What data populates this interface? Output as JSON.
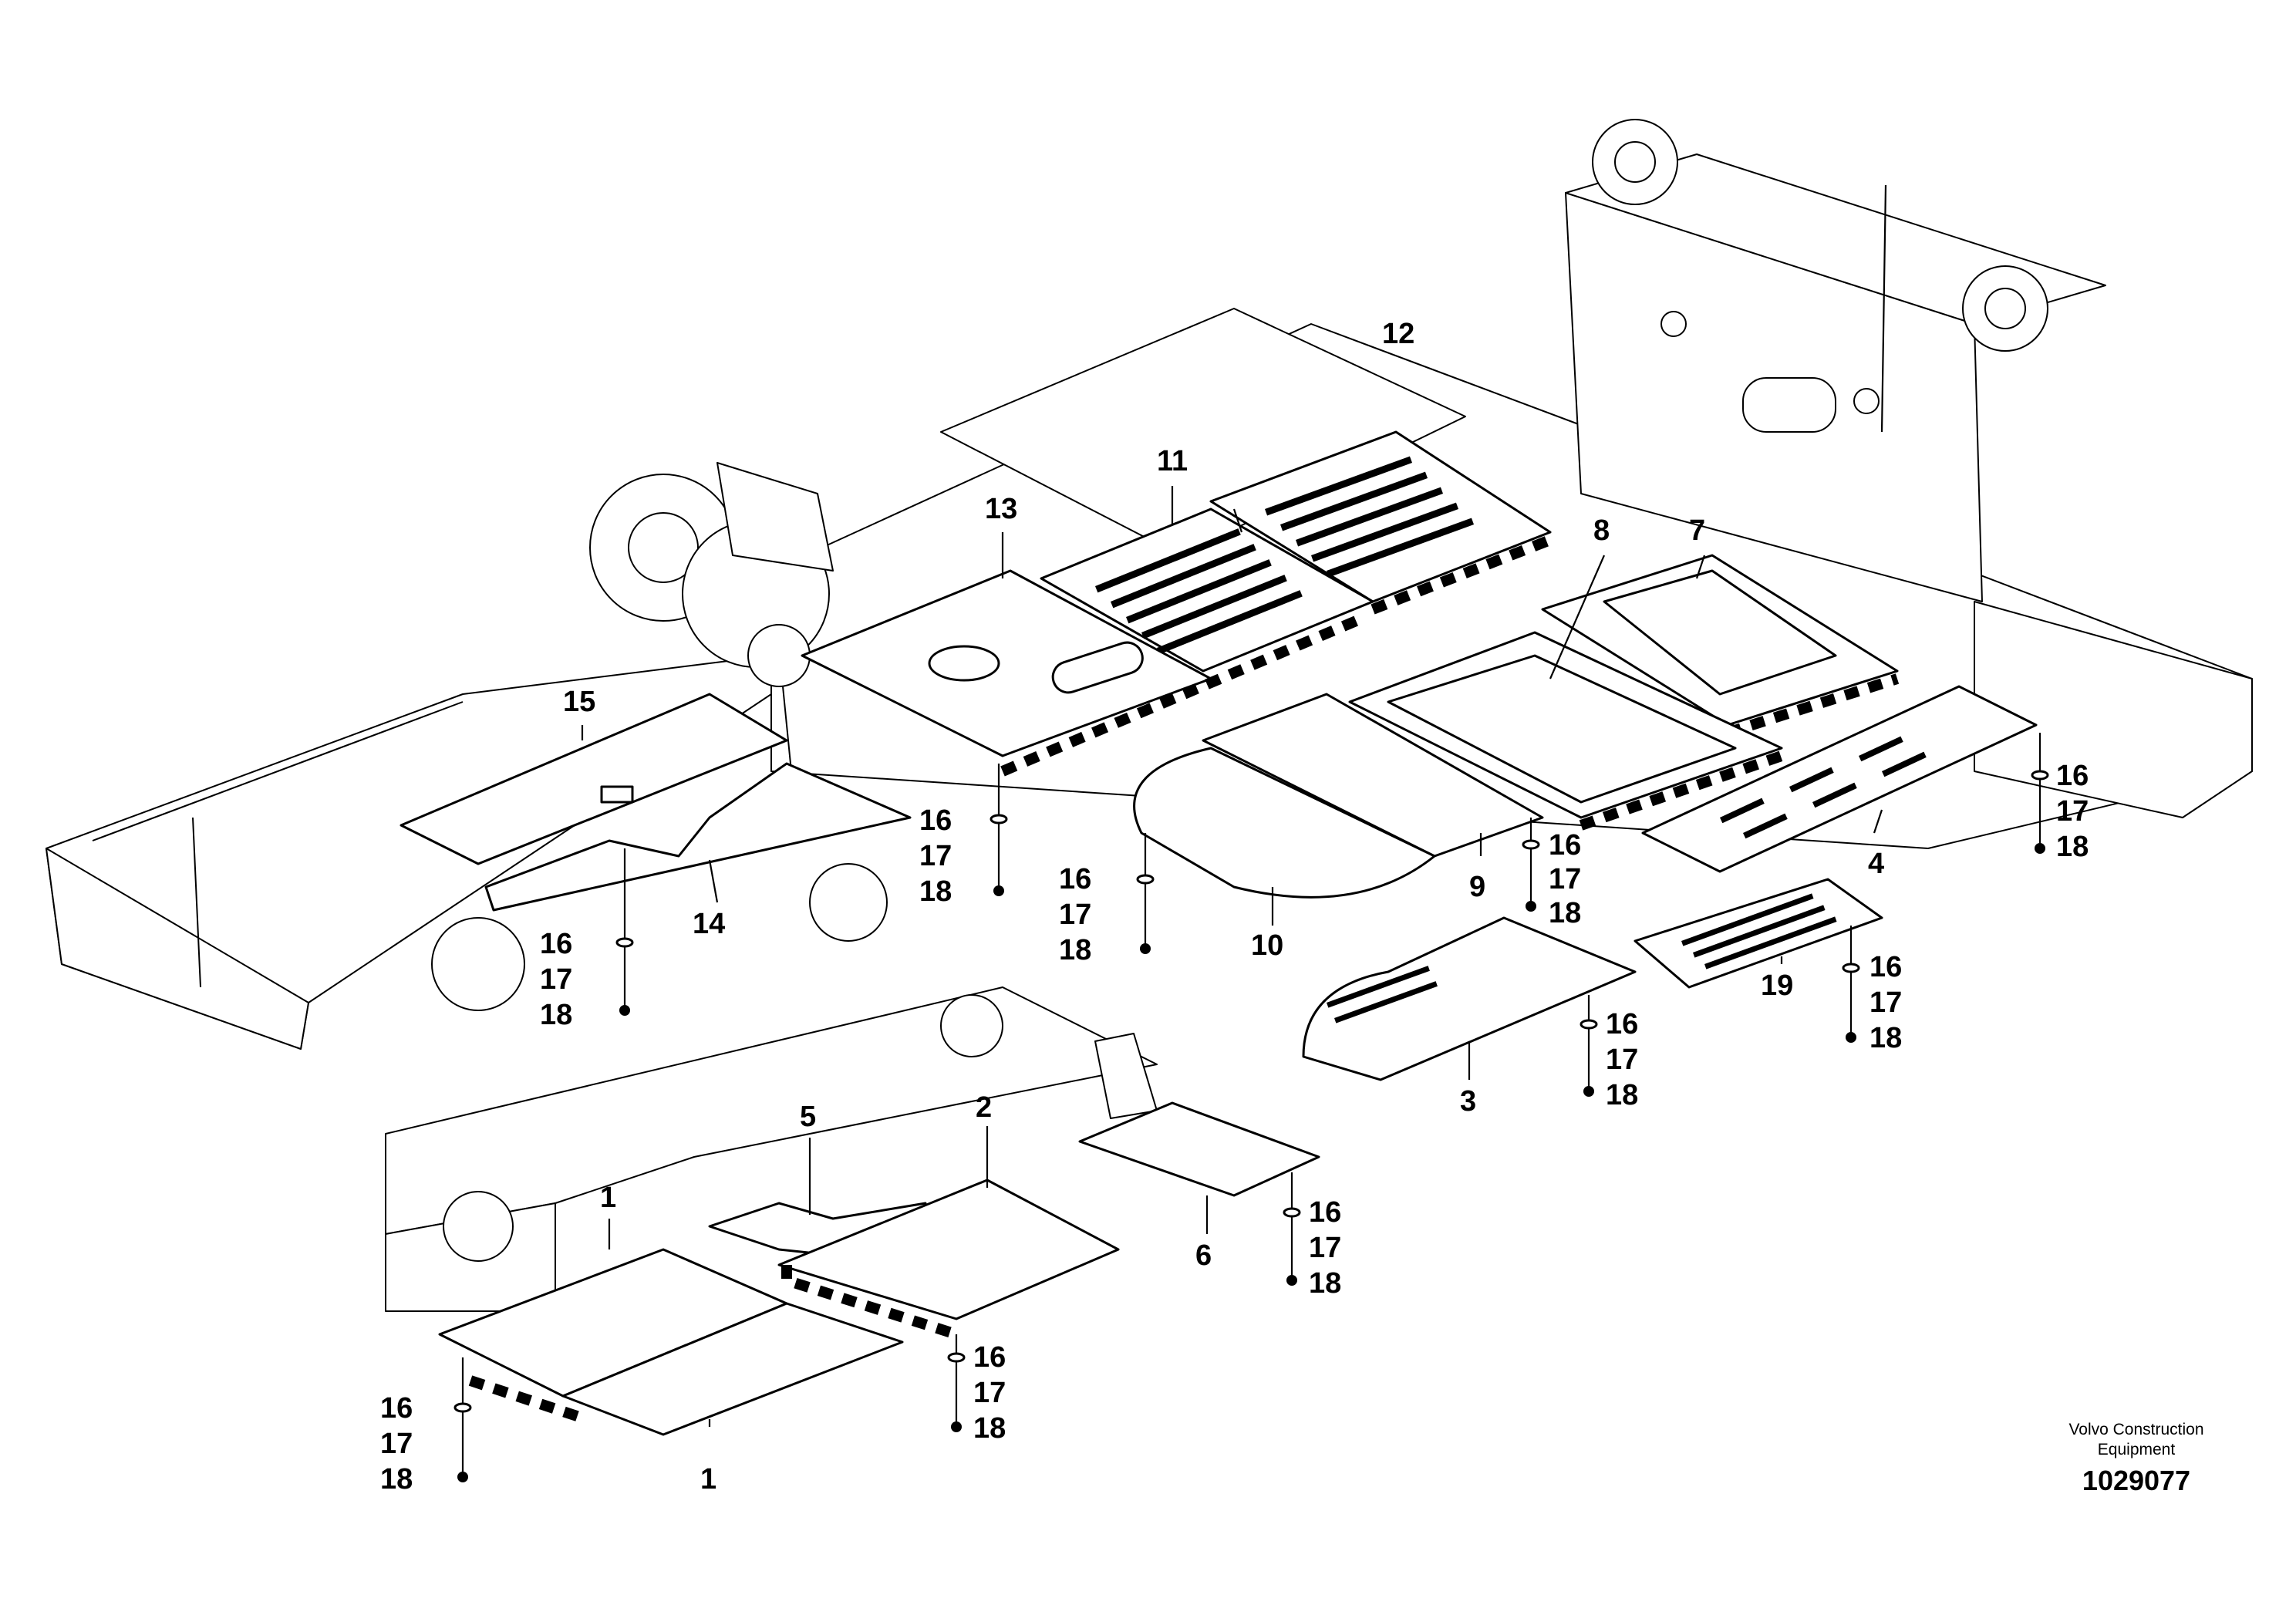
{
  "callouts": {
    "c1a": "1",
    "c1b": "1",
    "c2": "2",
    "c3": "3",
    "c4": "4",
    "c5": "5",
    "c6": "6",
    "c7": "7",
    "c8": "8",
    "c9": "9",
    "c10": "10",
    "c11": "11",
    "c12": "12",
    "c13": "13",
    "c14": "14",
    "c15": "15",
    "c19": "19"
  },
  "fasteners": {
    "washer": "16",
    "spacer": "17",
    "bolt": "18"
  },
  "footer": {
    "company_line1": "Volvo Construction",
    "company_line2": "Equipment",
    "document_number": "1029077"
  }
}
